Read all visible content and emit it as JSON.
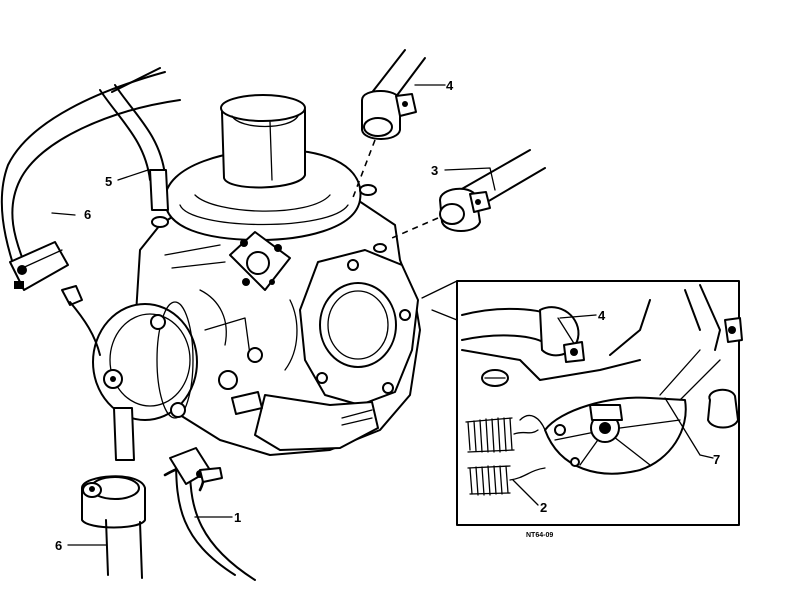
{
  "callouts": [
    {
      "id": "c1",
      "text": "1"
    },
    {
      "id": "c2",
      "text": "2"
    },
    {
      "id": "c3",
      "text": "3"
    },
    {
      "id": "c4a",
      "text": "4"
    },
    {
      "id": "c4b",
      "text": "4"
    },
    {
      "id": "c5",
      "text": "5"
    },
    {
      "id": "c6a",
      "text": "6"
    },
    {
      "id": "c6b",
      "text": "6"
    },
    {
      "id": "c7",
      "text": "7"
    }
  ],
  "figure_code": "NT64-09",
  "colors": {
    "ink": "#000000",
    "paper": "#ffffff"
  }
}
